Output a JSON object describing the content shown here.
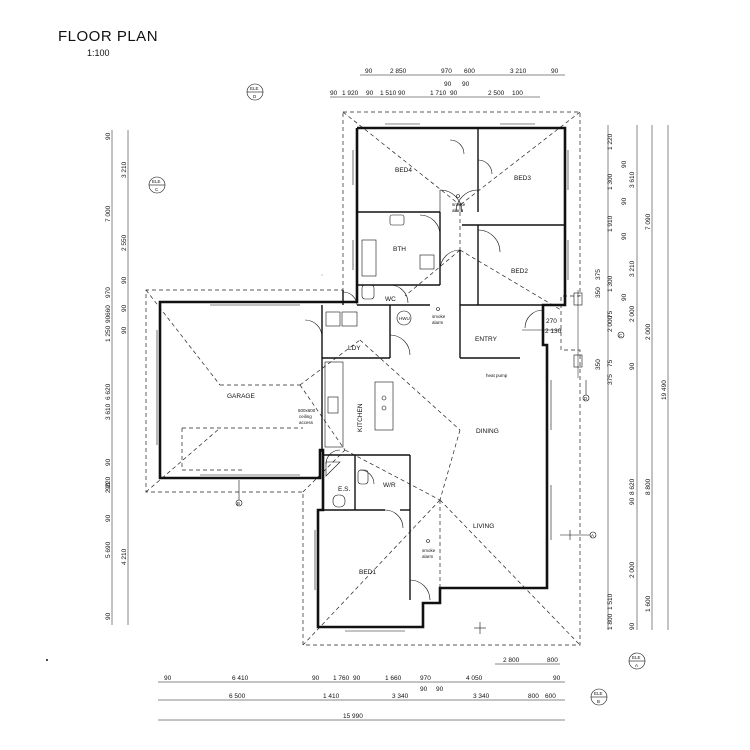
{
  "title": "FLOOR PLAN",
  "scale": "1:100",
  "rooms": {
    "bed4": "BED4",
    "bed3": "BED3",
    "bath": "BTH",
    "bed2": "BED2",
    "wc": "WC",
    "ldy": "LDY",
    "entry": "ENTRY",
    "garage": "GARAGE",
    "kitchen": "KITCHEN",
    "dining": "DINING",
    "es": "E.S.",
    "wr": "W/R",
    "living": "LIVING",
    "bed1": "BED1"
  },
  "notes": {
    "smoke1": "smoke",
    "smoke1b": "alarm",
    "smoke2": "smoke",
    "smoke2b": "alarm",
    "smoke3": "smoke",
    "smoke3b": "alarm",
    "hwu": "HWU",
    "heat_pump": "heat pump",
    "ceiling1": "600x600",
    "ceiling2": "ceiling",
    "ceiling3": "access"
  },
  "elevations": {
    "ele_d": {
      "top": "ELE",
      "bottom": "D"
    },
    "ele_c": {
      "top": "ELE",
      "bottom": "C"
    },
    "ele_a": {
      "top": "ELE",
      "bottom": "A"
    },
    "ele_b": {
      "top": "ELE",
      "bottom": "B"
    }
  },
  "markers": {
    "a": "A",
    "b": "B",
    "c": "C",
    "d": "D"
  },
  "dims": {
    "top1": [
      "90",
      "2 850",
      "970",
      "600",
      "3 210",
      "90"
    ],
    "top2": [
      "90",
      "90"
    ],
    "top3": [
      "90",
      "1 920",
      "90",
      "1 510",
      "90",
      "1 710",
      "90",
      "2 500",
      "100"
    ],
    "left_outer": [
      "7 000",
      "6 620",
      "5 690"
    ],
    "left_inner": [
      "3 210",
      "2 550",
      "970",
      "660",
      "1 250",
      "3 610",
      "2 220",
      "4 210"
    ],
    "left_90s": [
      "90",
      "90",
      "90",
      "90",
      "90",
      "90",
      "90",
      "90",
      "90"
    ],
    "right1": [
      "1 220",
      "1 300",
      "1 910",
      "1 300",
      "2 000",
      "350",
      "375",
      "1 510",
      "1 800"
    ],
    "right2": [
      "3 610",
      "3 210",
      "2 000",
      "8 620",
      "2 000"
    ],
    "right3": [
      "7 090",
      "2 000",
      "8 800",
      "1 600"
    ],
    "right_total": "19 490",
    "right_90s": [
      "90",
      "90",
      "90",
      "90",
      "75",
      "75",
      "90",
      "90",
      "90"
    ],
    "entry": [
      "2 130",
      "270",
      "350",
      "375"
    ],
    "bottom1": [
      "2 800",
      "800"
    ],
    "bottom2": [
      "90",
      "6 410",
      "90",
      "1 760",
      "90",
      "1 660",
      "970",
      "4 050",
      "90"
    ],
    "bottom2b": [
      "90",
      "90"
    ],
    "bottom3": [
      "6 500",
      "1 410",
      "3 340",
      "3 340",
      "800",
      "600"
    ],
    "bottom_total": "15 990"
  }
}
